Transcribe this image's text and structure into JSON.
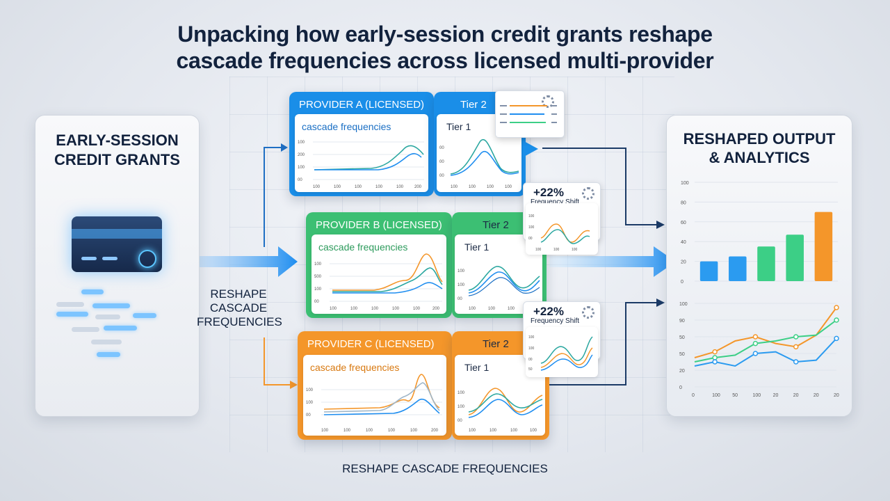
{
  "title": {
    "line1": "Unpacking how early-session credit grants reshape",
    "line2": "cascade frequencies across licensed multi-provider"
  },
  "left_panel": {
    "title_line1": "EARLY-SESSION",
    "title_line2": "CREDIT GRANTS"
  },
  "middle_label": {
    "line1": "RESHAPE",
    "line2": "CASCADE",
    "line3": "FREQUENCIES"
  },
  "bottom_label": "RESHAPE CASCADE FREQUENCIES",
  "providers": [
    {
      "name": "PROVIDER A (LICENSED)",
      "color": "#1a8ee8",
      "chart_title": "cascade frequencies",
      "y_ticks": [
        "100",
        "200",
        "100",
        "00"
      ],
      "x_ticks": [
        "100",
        "100",
        "100",
        "100",
        "100",
        "200"
      ],
      "tier2": "Tier 2",
      "tier1": "Tier 1",
      "tier_y_ticks": [
        "00",
        "00",
        "00"
      ],
      "tier_x_ticks": [
        "100",
        "100",
        "100",
        "100"
      ]
    },
    {
      "name": "PROVIDER B (LICENSED)",
      "color": "#3cbf73",
      "chart_title": "cascade frequencies",
      "y_ticks": [
        "100",
        "500",
        "100",
        "00"
      ],
      "x_ticks": [
        "100",
        "100",
        "100",
        "100",
        "100",
        "200"
      ],
      "tier2": "Tier 2",
      "tier1": "Tier 1",
      "tier_y_ticks": [
        "100",
        "100",
        "00"
      ],
      "tier_x_ticks": [
        "100",
        "100",
        "100",
        "100"
      ]
    },
    {
      "name": "PROVIDER C (LICENSED)",
      "color": "#f4962a",
      "chart_title": "cascade frequencies",
      "y_ticks": [
        "100",
        "100",
        "00"
      ],
      "x_ticks": [
        "100",
        "100",
        "100",
        "100",
        "100",
        "200"
      ],
      "tier2": "Tier 2",
      "tier1": "Tier 1",
      "tier_y_ticks": [
        "100",
        "100",
        "00"
      ],
      "tier_x_ticks": [
        "100",
        "100",
        "100",
        "100"
      ]
    }
  ],
  "frequency_shift": [
    {
      "value": "+22%",
      "label": "Frequency Shift"
    },
    {
      "value": "+22%",
      "label": "Frequency Shift"
    }
  ],
  "right_panel": {
    "title_line1": "RESHAPED OUTPUT",
    "title_line2": "& ANALYTICS"
  },
  "chart_data": [
    {
      "type": "bar",
      "categories": [
        "",
        "",
        "",
        "",
        ""
      ],
      "values": [
        20,
        25,
        35,
        47,
        70
      ],
      "colors": [
        "#2b9bf0",
        "#2b9bf0",
        "#3ccf86",
        "#3ccf86",
        "#f4962a"
      ],
      "y_ticks": [
        "100",
        "80",
        "60",
        "40",
        "20",
        "0"
      ],
      "ylim": [
        0,
        100
      ]
    },
    {
      "type": "line",
      "x": [
        "0",
        "100",
        "50",
        "100",
        "20",
        "20",
        "20",
        "20"
      ],
      "series": [
        {
          "color": "#f4962a",
          "values": [
            35,
            42,
            55,
            60,
            52,
            48,
            62,
            95
          ]
        },
        {
          "color": "#3ccf86",
          "values": [
            30,
            35,
            38,
            52,
            55,
            60,
            62,
            80
          ]
        },
        {
          "color": "#2b9bf0",
          "values": [
            25,
            30,
            25,
            40,
            42,
            30,
            32,
            58
          ]
        }
      ],
      "y_ticks": [
        "100",
        "90",
        "50",
        "50",
        "20",
        "0"
      ],
      "ylim": [
        0,
        100
      ]
    }
  ],
  "colors": {
    "blue": "#1a8ee8",
    "green": "#3cbf73",
    "orange": "#f4962a",
    "navy": "#12223d"
  }
}
